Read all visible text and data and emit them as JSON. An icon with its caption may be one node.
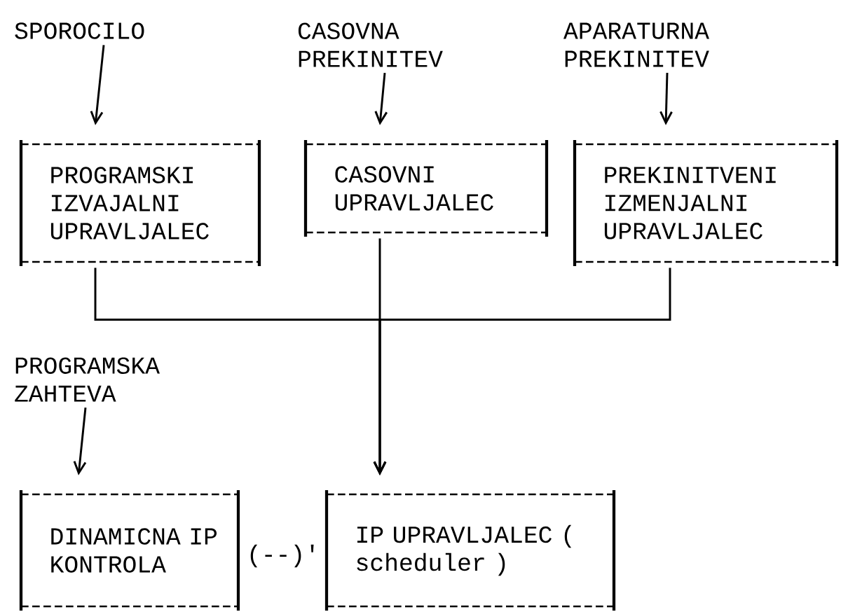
{
  "diagram": {
    "nodes": [
      {
        "text": [
          "SPOROCILO"
        ]
      },
      {
        "text": [
          "CASOVNA PREKINITEV"
        ]
      },
      {
        "text": [
          "APARATURNA PREKINITEV"
        ]
      },
      {
        "text": [
          "PROGRAMSKI IZVAJALNI UPRAVLJALEC"
        ]
      },
      {
        "text": [
          "CASOVNI UPRAVLJALEC"
        ]
      },
      {
        "text": [
          "PREKINITVENI IZMENJALNI UPRAVLJALEC"
        ]
      },
      {
        "text": [
          "PROGRAMSKA ZAHTEVA"
        ]
      },
      {
        "text": [
          "DINAMICNA IP KONTROLA"
        ]
      },
      {
        "text": [
          "IP UPRAVLJALEC ( scheduler )"
        ]
      }
    ],
    "edges": [
      {
        "from": 0,
        "to": 3,
        "arrow": "to"
      },
      {
        "from": 1,
        "to": 4,
        "arrow": "to"
      },
      {
        "from": 2,
        "to": 5,
        "arrow": "to"
      },
      {
        "from": 3,
        "to": 8,
        "arrow": "to"
      },
      {
        "from": 4,
        "to": 8,
        "arrow": "to"
      },
      {
        "from": 5,
        "to": 8,
        "arrow": "to"
      },
      {
        "from": 6,
        "to": 7,
        "arrow": "to"
      }
    ],
    "labels": [
      "(--)'"
    ]
  }
}
